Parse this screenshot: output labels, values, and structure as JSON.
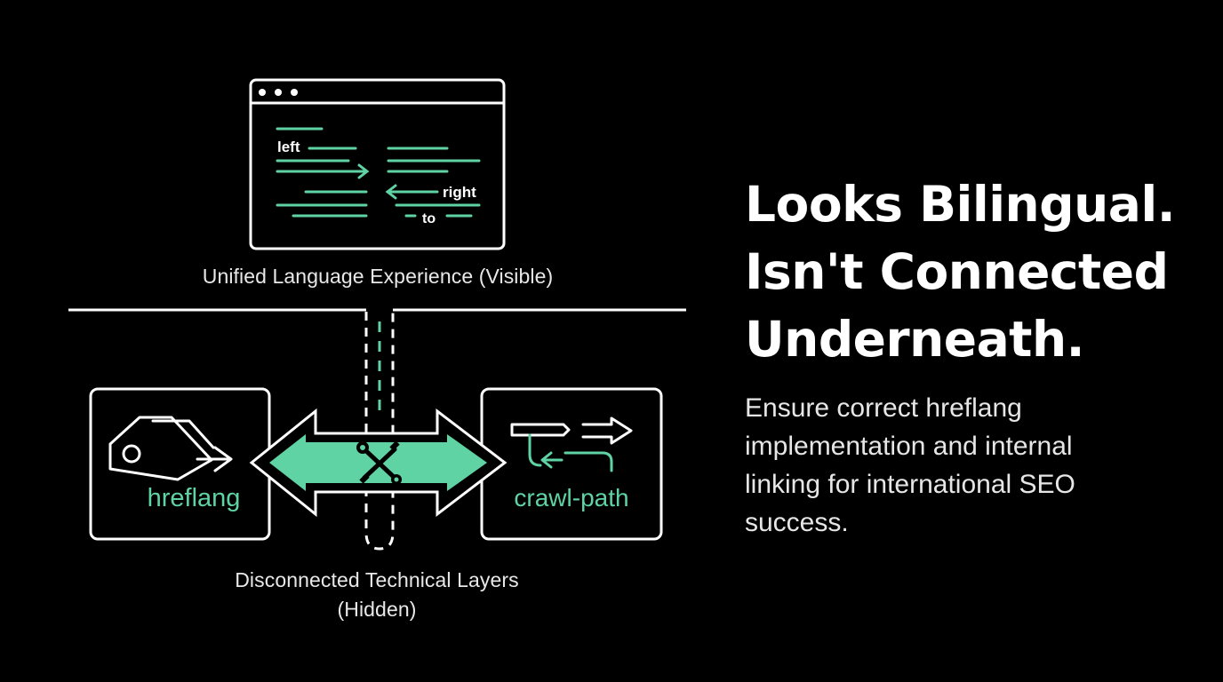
{
  "diagram": {
    "browser_window": {
      "words": {
        "left": "left",
        "right": "right",
        "to": "to"
      }
    },
    "caption_visible": "Unified Language Experience (Visible)",
    "caption_hidden_line1": "Disconnected Technical Layers",
    "caption_hidden_line2": "(Hidden)",
    "left_box": {
      "label": "hreflang",
      "icon": "tag-arrow-icon"
    },
    "right_box": {
      "label": "crawl-path",
      "icon": "crawl-arrows-icon"
    },
    "connector_icon": "wrench-screwdriver-icon",
    "colors": {
      "background": "#000000",
      "line": "#ffffff",
      "accent": "#5fd3a4",
      "text": "#e8e8e8"
    }
  },
  "headline": {
    "line1": "Looks Bilingual.",
    "line2": "Isn't Connected",
    "line3": "Underneath."
  },
  "body": "Ensure correct hreflang implementation and internal linking for international SEO success."
}
